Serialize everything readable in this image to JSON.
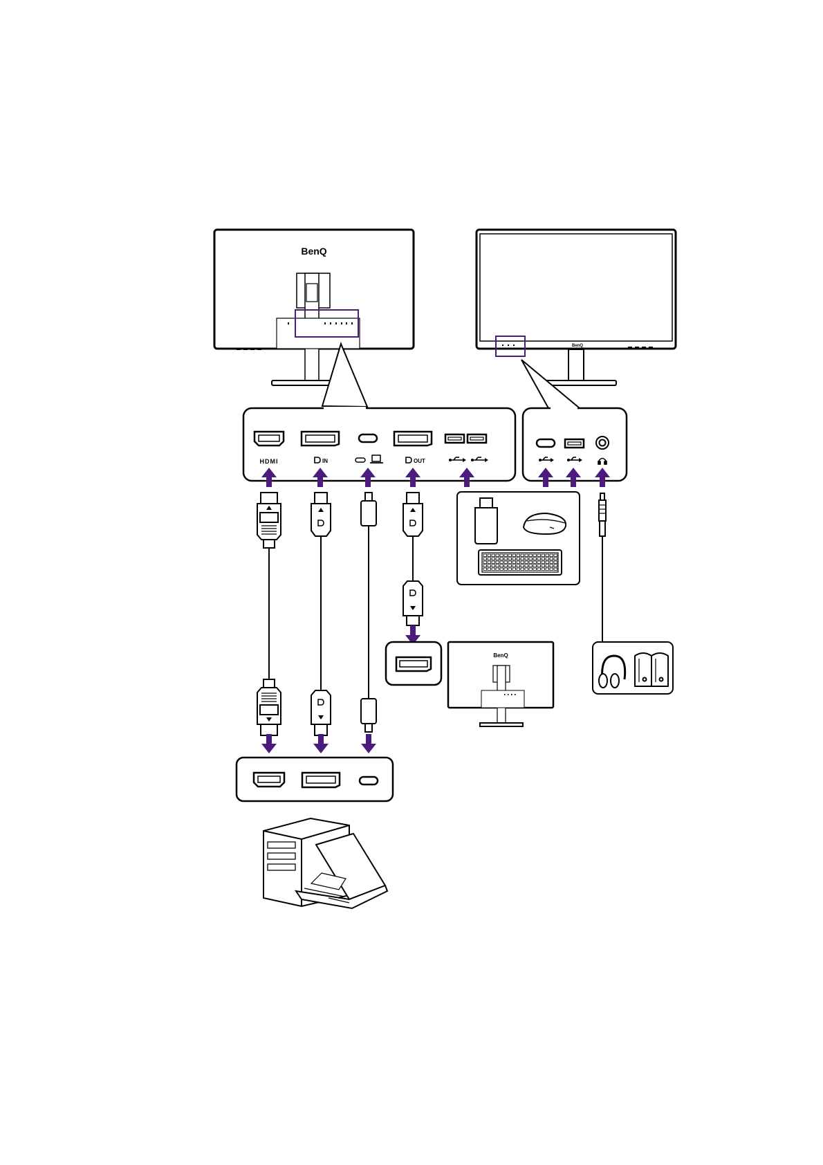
{
  "brand": {
    "logo_text": "BenQ"
  },
  "port_labels": {
    "hdmi": "HDMI",
    "dp_in": "IN",
    "dp_out": "OUT"
  },
  "colors": {
    "accent": "#4b1c7d",
    "line": "#000000",
    "background": "#ffffff"
  },
  "icons": {
    "arrow": "arrow-up-icon",
    "usb": "usb-icon",
    "usb_c": "usb-c-icon",
    "displayport": "displayport-icon",
    "headphone": "headphone-icon",
    "laptop": "laptop-icon"
  }
}
